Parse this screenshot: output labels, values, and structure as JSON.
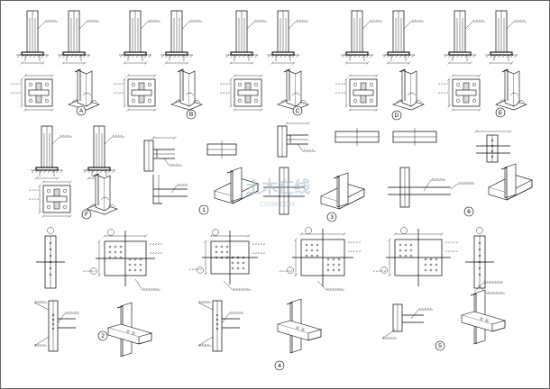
{
  "sheet": {
    "markers_top": [
      "A",
      "B",
      "C",
      "D",
      "E"
    ],
    "marker_f": "F",
    "markers_mid": [
      "1",
      "3",
      "6"
    ],
    "markers_bottom": [
      "2",
      "4",
      "5"
    ]
  }
}
